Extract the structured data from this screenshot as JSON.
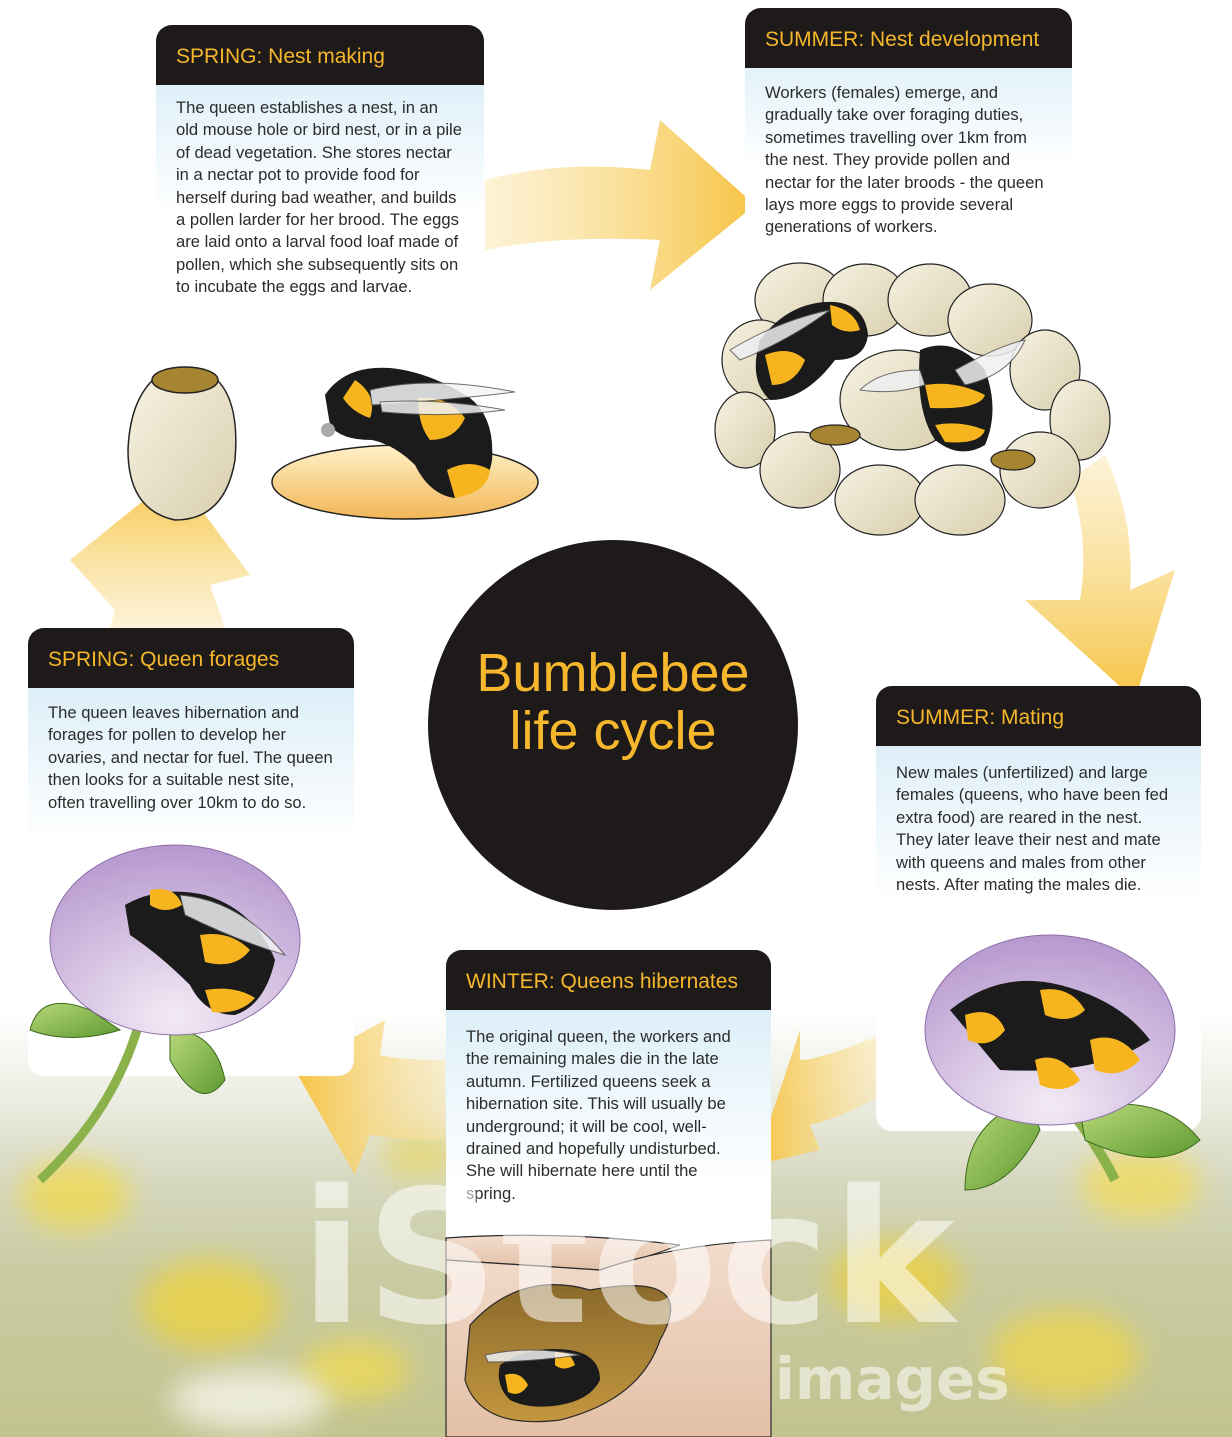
{
  "title_line1": "Bumblebee",
  "title_line2": "life cycle",
  "stages": {
    "spring_nest": {
      "heading": "SPRING: Nest making",
      "body": "The queen establishes a nest, in an old mouse hole or bird nest, or in a pile of dead vegetation. She stores nectar in a nectar pot to provide food for herself during bad weather, and builds a pollen larder for her brood. The eggs are laid onto a larval food loaf made of pollen, which she subsequently sits on to incubate the eggs and larvae."
    },
    "summer_nest": {
      "heading": "SUMMER: Nest development",
      "body": "Workers (females) emerge, and gradually take over foraging duties, sometimes travelling over 1km from the nest. They provide pollen and nectar for the later broods - the queen lays more eggs to provide several generations of workers."
    },
    "summer_mating": {
      "heading": "SUMMER: Mating",
      "body": "New males (unfertilized) and large females (queens, who have been fed extra food) are reared in the nest. They later leave their nest and mate with queens and males from other nests. After mating the males die."
    },
    "winter": {
      "heading": "WINTER: Queens hibernates",
      "body": "The original queen, the workers and the remaining males die in the late autumn. Fertilized queens seek a hibernation site. This will usually be underground; it will be cool, well-drained and hopefully undisturbed. She will hibernate here until the spring."
    },
    "spring_forage": {
      "heading": "SPRING: Queen forages",
      "body": "The queen leaves hibernation and forages for pollen to develop her ovaries, and nectar for fuel. The queen then looks for a suitable nest site, often travelling over 10km to do so."
    }
  },
  "colors": {
    "header_bg": "#1d1a19",
    "header_text": "#f6b72c",
    "arrow": "#f8cf5c",
    "card_top": "#cfe8f6"
  },
  "watermark_brand": "iStock",
  "watermark_sub": "images"
}
